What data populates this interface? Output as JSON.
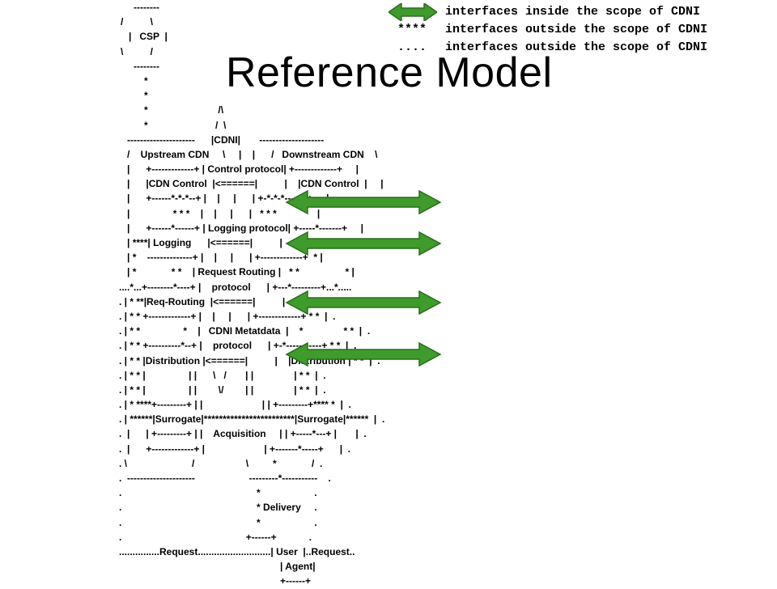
{
  "title": "Reference Model",
  "legend": [
    {
      "symbol": "",
      "icon": "double-arrow-icon",
      "text": "interfaces inside the scope of CDNI"
    },
    {
      "symbol": "****",
      "text": "interfaces outside the scope of CDNI"
    },
    {
      "symbol": "....",
      "text": "interfaces outside the scope of CDNI"
    }
  ],
  "arrow_color": "#3f9b2c",
  "arrow_stroke": "#2b6e1d",
  "diagram_lines": [
    "--------",
    "/          \\",
    "|   CSP  |",
    "\\          /",
    "--------",
    "*",
    "*",
    "*                          /\\",
    "*                         /  \\",
    "---------------------      |CDNI|       --------------------",
    "/    Upstream CDN     \\     |    |      /   Downstream CDN    \\",
    "|      +-------------+ | Control protocol| +-------------+     |",
    "|      |CDN Control  |<======|          |    |CDN Control  |     |",
    "|      +------*-*-*--+ |    |     |      | +-*-*-*-------+     |",
    "|                * * *    |    |     |      |   * * *               |",
    "|      +------*------+ | Logging protocol| +-----*-------+     |",
    "| ****| Logging      |<======|          |    |    Logging    |**** |",
    "| *    --------------+ |    |     |      | +-------------+  * |",
    "| *             * *    | Request Routing |   * *                 * |",
    "....*...+--------*----+ |    protocol      | +---*---------+...*.....",
    ". | * **|Req-Routing  |<======|          |    |Req-Routing |** *  |  .",
    ". | * * +-------------+ |    |     |      | +-------------+ * *  |  .",
    ". | * *                *    |   CDNI Metatdata  |    *               * *  |  .",
    ". | * * +----------*--+ |    protocol      | +-*-----------+ * *  |  .",
    ". | * * |Distribution |<======|          |    |Distribution | * *  |  .",
    ". | * * |                | |      \\   /       | |               | * *  |  .",
    ". | * * |                | |        \\/        | |               | * *  |  .",
    ". | * ****+---------+ | |                      | | +---------+**** *  |  .",
    ". | ******|Surrogate|************************|Surrogate|******  |  .",
    ".  |      | +---------+ | |    Acquisition     | | +-----*---+ |       |  .",
    ".  |      +-------------+ |                      | +-------*-----+      |  .",
    ". \\                        /                   \\         *             /  .",
    ".  ---------------------                    ---------*-----------    .",
    ".                                                  *                    .",
    ".                                                  * Delivery     .",
    ".                                                  *                    .",
    ".                                              +------+            .",
    "...............Request...........................| User  |..Request..",
    "| Agent|",
    "+------+"
  ]
}
